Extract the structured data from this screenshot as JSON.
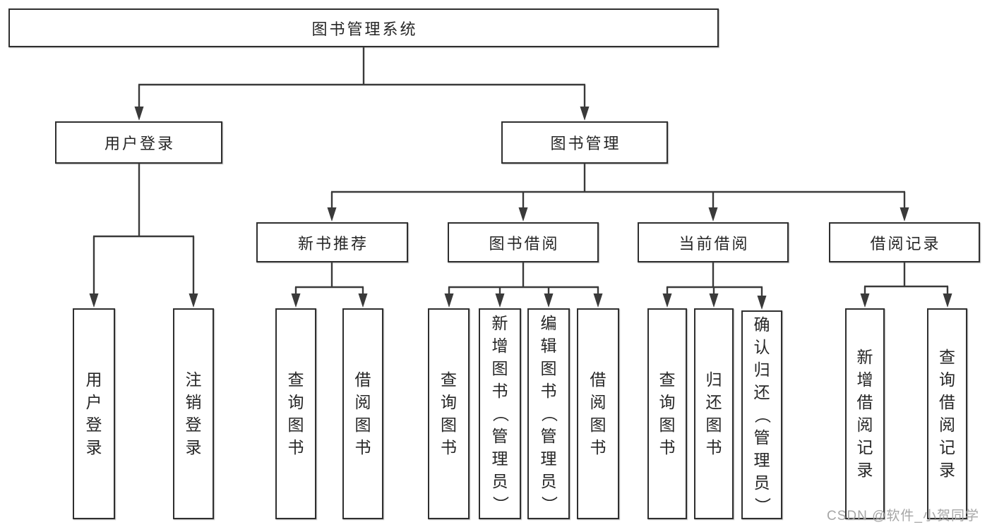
{
  "colors": {
    "background": "#ffffff",
    "line": "#3a3a3a",
    "box_border": "#2f2f2f",
    "text": "#262626",
    "watermark": "#a6a6a6"
  },
  "diagram": {
    "root": {
      "label": "图书管理系统"
    },
    "level2": [
      {
        "label": "用户登录"
      },
      {
        "label": "图书管理"
      }
    ],
    "level3": [
      {
        "label": "新书推荐"
      },
      {
        "label": "图书借阅"
      },
      {
        "label": "当前借阅"
      },
      {
        "label": "借阅记录"
      }
    ],
    "leaves": {
      "user_login": [
        "用户登录",
        "注销登录"
      ],
      "new_books": [
        "查询图书",
        "借阅图书"
      ],
      "book_borrow": [
        "查询图书",
        "新增图书（管理员）",
        "编辑图书（管理员）",
        "借阅图书"
      ],
      "current_borrow": [
        "查询图书",
        "归还图书",
        "确认归还（管理员）"
      ],
      "borrow_records": [
        "新增借阅记录",
        "查询借阅记录"
      ]
    }
  },
  "watermark": {
    "text": "CSDN @软件_小贺同学"
  }
}
